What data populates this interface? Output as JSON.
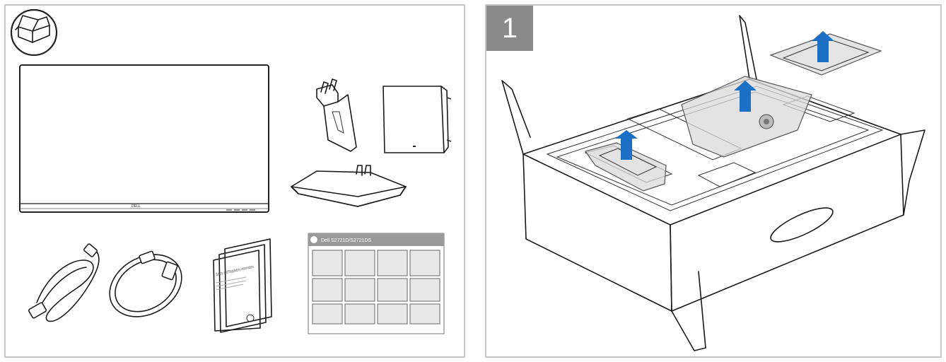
{
  "left_panel": {
    "monitor_brand": "DELL",
    "safety_booklet_title": "Safety and Regulatory Information",
    "quick_setup_title": "Dell S2721D/S2721DS"
  },
  "right_panel": {
    "step_number": "1"
  },
  "colors": {
    "panel_border": "#c8c8c8",
    "step_badge": "#8a8a8a",
    "arrow_blue": "#1b6fc4",
    "guide_header": "#9a9a9a"
  },
  "icons": [
    "box-open-icon",
    "lift-up-arrow-icon"
  ]
}
